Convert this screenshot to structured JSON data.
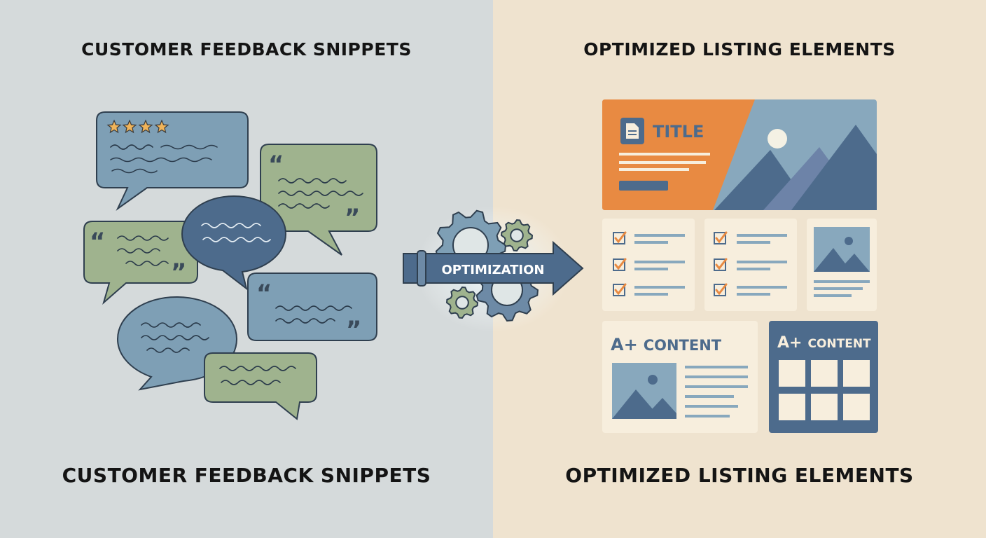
{
  "left": {
    "title_top": "CUSTOMER FEEDBACK SNIPPETS",
    "title_bottom": "CUSTOMER FEEDBACK SNIPPETS",
    "background": "#d5dadb"
  },
  "right": {
    "title_top": "OPTIMIZED LISTING ELEMENTS",
    "title_bottom": "OPTIMIZED LISTING ELEMENTS",
    "background": "#efe3cf"
  },
  "arrow": {
    "label": "OPTIMIZATION"
  },
  "listing": {
    "title_label": "TITLE",
    "aplus_1": {
      "badge": "A+",
      "label": "CONTENT"
    },
    "aplus_2": {
      "badge": "A+",
      "label": "CONTENT"
    }
  },
  "colors": {
    "blue": "#7e9fb5",
    "green": "#9fb38e",
    "navy": "#4d6b8c",
    "orange": "#e88a42",
    "cream": "#f7eedd",
    "star": "#f0b45a"
  },
  "icons": [
    "star-icon",
    "quote-icon",
    "gear-icon",
    "document-icon",
    "image-icon",
    "checkbox-icon"
  ]
}
